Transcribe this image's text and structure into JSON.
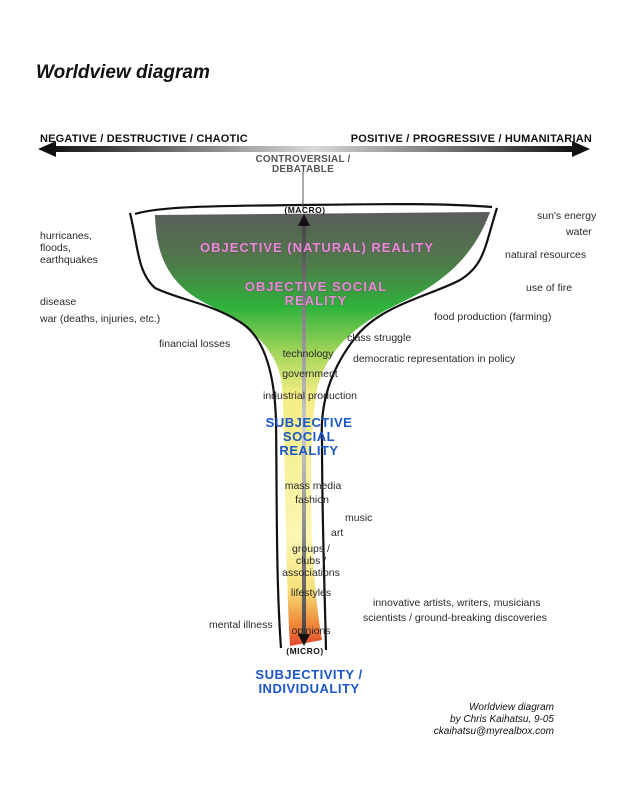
{
  "title": "Worldview diagram",
  "axis": {
    "negative": "NEGATIVE / DESTRUCTIVE / CHAOTIC",
    "positive": "POSITIVE / PROGRESSIVE / HUMANITARIAN",
    "middle_line1": "CONTROVERSIAL /",
    "middle_line2": "DEBATABLE"
  },
  "scale": {
    "top": "(MACRO)",
    "bottom": "(MICRO)"
  },
  "layers": {
    "objective_natural": "OBJECTIVE (NATURAL) REALITY",
    "objective_social_line1": "OBJECTIVE SOCIAL",
    "objective_social_line2": "REALITY",
    "subjective_social_line1": "SUBJECTIVE",
    "subjective_social_line2": "SOCIAL",
    "subjective_social_line3": "REALITY",
    "individuality_line1": "SUBJECTIVITY /",
    "individuality_line2": "INDIVIDUALITY"
  },
  "negative_items": {
    "hurricanes": "hurricanes,",
    "floods": "floods,",
    "earthquakes": "earthquakes",
    "disease": "disease",
    "war": "war (deaths, injuries, etc.)",
    "financial": "financial losses",
    "mental": "mental illness"
  },
  "positive_items": {
    "sun": "sun's energy",
    "water": "water",
    "resources": "natural resources",
    "fire": "use of fire",
    "food": "food production (farming)",
    "innovators": "innovative artists, writers, musicians",
    "scientists": "scientists / ground-breaking discoveries"
  },
  "controversial_items": {
    "class_struggle": "class struggle",
    "democratic": "democratic representation in policy",
    "technology": "technology",
    "government": "government",
    "industrial": "industrial production",
    "mass_media": "mass media",
    "fashion": "fashion",
    "music": "music",
    "art": "art",
    "groups1": "groups /",
    "groups2": "clubs /",
    "groups3": "associations",
    "lifestyles": "lifestyles",
    "opinions": "opinions"
  },
  "credit": {
    "line1": "Worldview diagram",
    "line2": "by Chris Kaihatsu, 9-05",
    "line3": "ckaihatsu@myrealbox.com"
  },
  "colors": {
    "top": "#5c5c5c",
    "green": "#2cb53a",
    "yellow": "#f5ec86",
    "light_yellow": "#fbf7b4",
    "red": "#e2392c",
    "pink_text": "#e88ad6",
    "blue_text": "#1b57c8"
  }
}
